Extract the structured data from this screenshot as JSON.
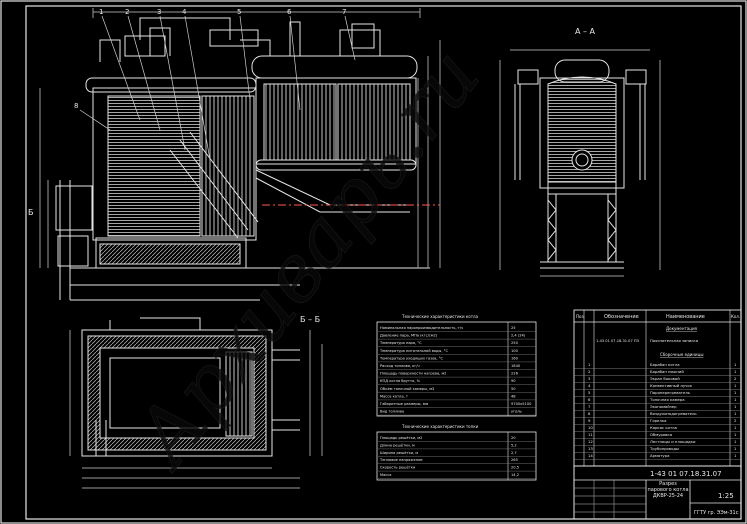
{
  "drawing": {
    "section_label": "А – А",
    "cut_label_1": "Б",
    "cut_label_2": "Б – Б",
    "callouts": [
      "1",
      "2",
      "3",
      "4",
      "5",
      "6",
      "7",
      "8"
    ]
  },
  "tech_table": {
    "title": "Технические характеристики котла",
    "rows": [
      {
        "label": "Номинальная паропроизводительность, т/ч",
        "value": "25"
      },
      {
        "label": "Давление пара, МПа (кгс/см2)",
        "value": "2,4 (24)"
      },
      {
        "label": "Температура пара, °С",
        "value": "250"
      },
      {
        "label": "Температура питательной воды, °С",
        "value": "100"
      },
      {
        "label": "Температура уходящих газов, °С",
        "value": "160"
      },
      {
        "label": "Расход топлива, кг/ч",
        "value": "1840"
      },
      {
        "label": "Площадь поверхности нагрева, м2",
        "value": "226"
      },
      {
        "label": "КПД котла брутто, %",
        "value": "90"
      },
      {
        "label": "Объём топочной камеры, м3",
        "value": "50"
      },
      {
        "label": "Масса котла, т",
        "value": "48"
      },
      {
        "label": "Габаритные размеры, мм",
        "value": "9700х5100"
      },
      {
        "label": "Вид топлива",
        "value": "уголь"
      }
    ]
  },
  "second_table": {
    "title": "Технические характеристики топки",
    "rows": [
      {
        "label": "Площадь решётки, м2",
        "value": "20"
      },
      {
        "label": "Длина решётки, м",
        "value": "5,2"
      },
      {
        "label": "Ширина решётки, м",
        "value": "2,7"
      },
      {
        "label": "Тепловое напряжение",
        "value": "265"
      },
      {
        "label": "Скорость решётки",
        "value": "20,5"
      },
      {
        "label": "Масса",
        "value": "14,2"
      }
    ]
  },
  "spec": {
    "col_pos": "Поз.",
    "col_designation": "Обозначение",
    "col_name": "Наименование",
    "col_qty": "Кол.",
    "section_docs": "Документация",
    "doc_row_code": "1-43 01 07.18.31.07 ПЗ",
    "doc_row_name": "Пояснительная записка",
    "section_units": "Сборочные единицы",
    "items": [
      {
        "pos": "1",
        "name": "Барабан котла",
        "qty": "1"
      },
      {
        "pos": "2",
        "name": "Барабан нижний",
        "qty": "1"
      },
      {
        "pos": "3",
        "name": "Экран боковой",
        "qty": "2"
      },
      {
        "pos": "4",
        "name": "Конвективный пучок",
        "qty": "1"
      },
      {
        "pos": "5",
        "name": "Пароперегреватель",
        "qty": "1"
      },
      {
        "pos": "6",
        "name": "Топочная камера",
        "qty": "1"
      },
      {
        "pos": "7",
        "name": "Экономайзер",
        "qty": "1"
      },
      {
        "pos": "8",
        "name": "Воздухоподогреватель",
        "qty": "1"
      },
      {
        "pos": "9",
        "name": "Горелка",
        "qty": "2"
      },
      {
        "pos": "10",
        "name": "Каркас котла",
        "qty": "1"
      },
      {
        "pos": "11",
        "name": "Обмуровка",
        "qty": "1"
      },
      {
        "pos": "12",
        "name": "Лестницы и площадки",
        "qty": "1"
      },
      {
        "pos": "13",
        "name": "Трубопроводы",
        "qty": "1"
      },
      {
        "pos": "14",
        "name": "Арматура",
        "qty": "1"
      }
    ]
  },
  "title_block": {
    "code": "1-43 01 07.18.31.07",
    "name": "Разрез парового котла ДКВР-25-24",
    "scale": "1:25",
    "org": "ГГТУ гр. ЭЭм-31с"
  },
  "watermark": "Архиварь.ru",
  "colors": {
    "background": "#000000",
    "lines": "#e6e6e6",
    "dim_lines": "#9a9a9a",
    "accent_red": "#ff5a4a",
    "watermark": "#0a0a0a"
  }
}
